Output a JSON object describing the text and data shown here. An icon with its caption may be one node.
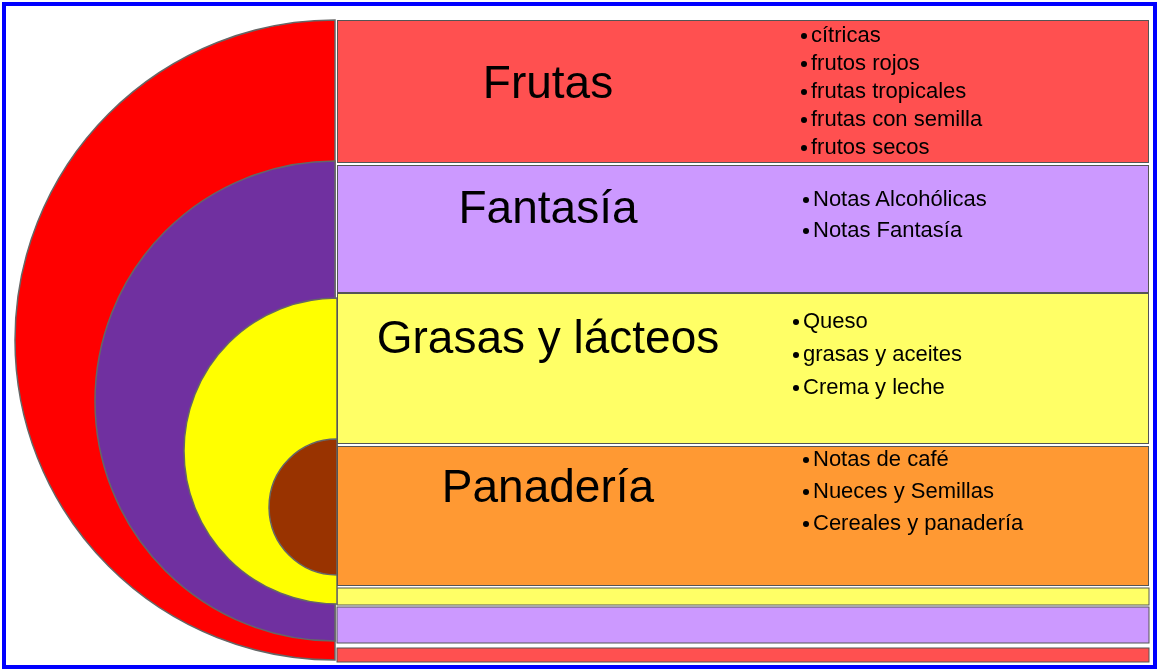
{
  "diagram": {
    "nodes": [
      {
        "text": [
          "Frutas",
          "cítricas",
          "frutos rojos",
          "frutas tropicales",
          "frutas con semilla",
          "frutos secos"
        ]
      },
      {
        "text": [
          "Fantasía",
          "Notas Alcohólicas",
          "Notas Fantasía"
        ]
      },
      {
        "text": [
          "Grasas y lácteos",
          "Queso",
          "grasas y aceites",
          "Crema y leche"
        ]
      },
      {
        "text": [
          "Panadería",
          "Notas de café",
          "Nueces y Semillas",
          "Cereales y panadería"
        ]
      }
    ]
  }
}
